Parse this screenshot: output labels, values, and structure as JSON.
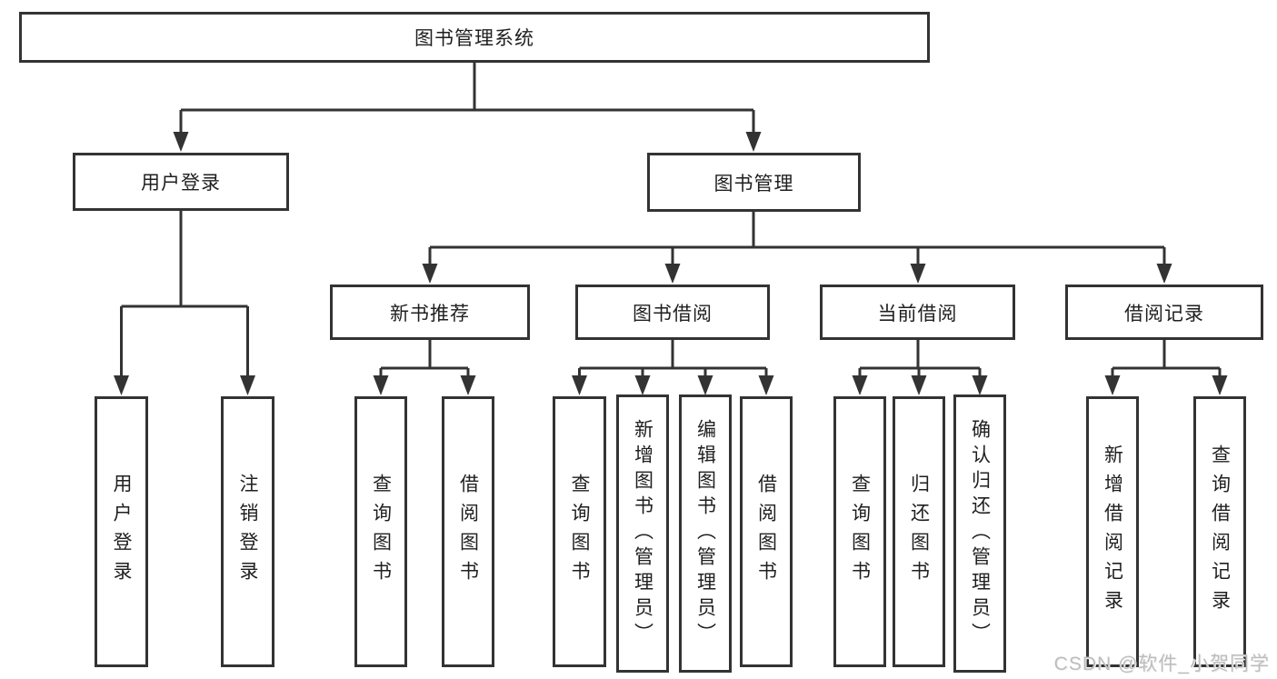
{
  "diagram": {
    "type": "org-tree",
    "root": {
      "label": "图书管理系统",
      "children": [
        {
          "label": "用户登录",
          "children": [
            {
              "label": "用户登录"
            },
            {
              "label": "注销登录"
            }
          ]
        },
        {
          "label": "图书管理",
          "children": [
            {
              "label": "新书推荐",
              "children": [
                {
                  "label": "查询图书"
                },
                {
                  "label": "借阅图书"
                }
              ]
            },
            {
              "label": "图书借阅",
              "children": [
                {
                  "label": "查询图书"
                },
                {
                  "label": "新增图书（管理员）"
                },
                {
                  "label": "编辑图书（管理员）"
                },
                {
                  "label": "借阅图书"
                }
              ]
            },
            {
              "label": "当前借阅",
              "children": [
                {
                  "label": "查询图书"
                },
                {
                  "label": "归还图书"
                },
                {
                  "label": "确认归还（管理员）"
                }
              ]
            },
            {
              "label": "借阅记录",
              "children": [
                {
                  "label": "新增借阅记录"
                },
                {
                  "label": "查询借阅记录"
                }
              ]
            }
          ]
        }
      ]
    },
    "colors": {
      "line": "#333333",
      "text": "#1f1f1f",
      "box_background": "#ffffff"
    }
  },
  "watermark": {
    "text": "CSDN @软件_小贺同学",
    "color": "#bdbdbd"
  }
}
